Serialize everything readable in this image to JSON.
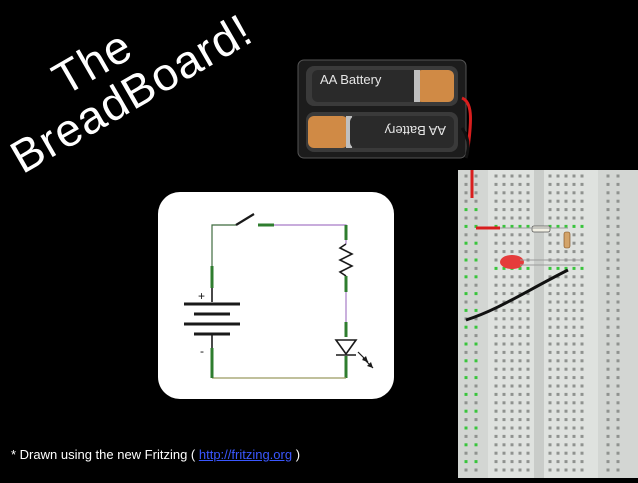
{
  "title": {
    "line1": "The",
    "line2": "BreadBoard!"
  },
  "battery": {
    "label_top": "AA Battery",
    "label_bottom": "AA Battery"
  },
  "caption": {
    "prefix": "* Drawn using the new Fritzing ( ",
    "link": "http://fritzing.org",
    "suffix": " )"
  },
  "schematic": {
    "plus_symbol": "+",
    "minus_symbol": "-"
  },
  "colors": {
    "background": "#000000",
    "wire_red": "#d81e1e",
    "led_red": "#e53b3b",
    "breadboard": "#dfe2df",
    "connected_hole": "#39c43c",
    "link": "#3a57ff"
  }
}
